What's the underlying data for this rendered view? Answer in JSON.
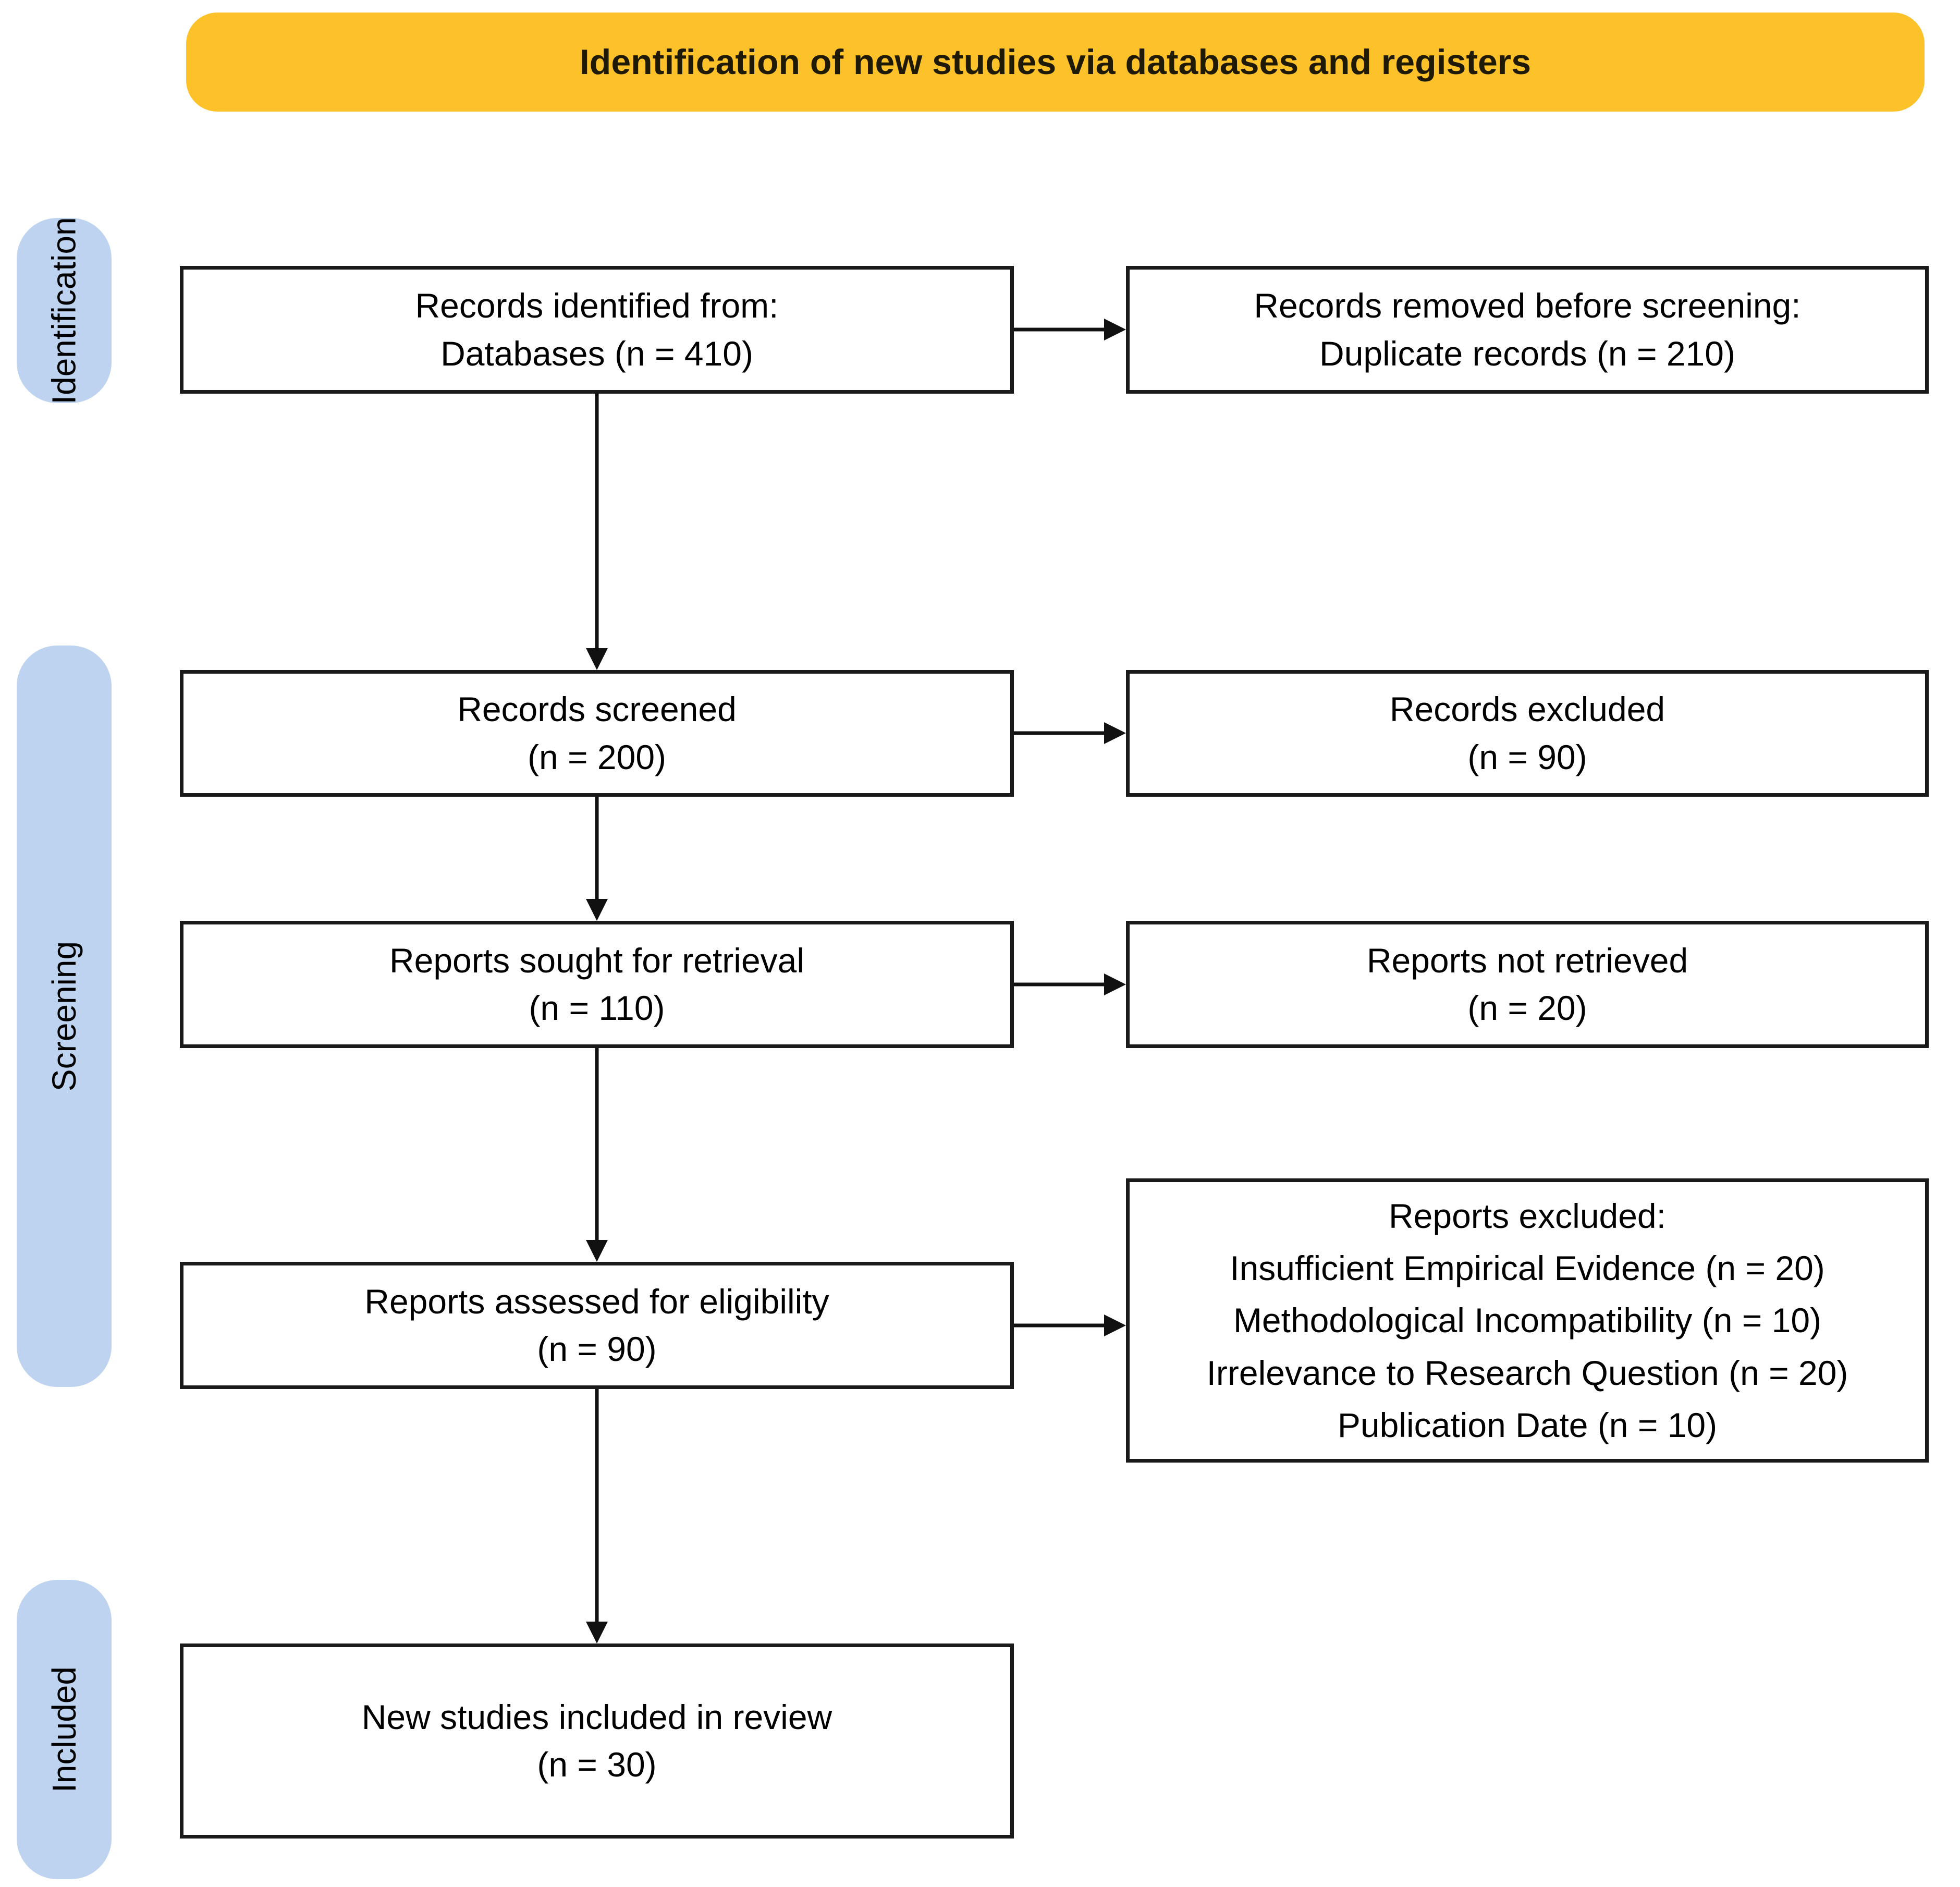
{
  "banner": {
    "label": "Identification of new studies via databases and registers"
  },
  "stages": [
    {
      "id": "identification",
      "label": "Identification"
    },
    {
      "id": "screening",
      "label": "Screening"
    },
    {
      "id": "included",
      "label": "Included"
    }
  ],
  "boxes": {
    "records_identified": {
      "lines": [
        "Records identified from:",
        "Databases (n = 410)"
      ]
    },
    "records_removed": {
      "lines": [
        "Records removed before screening:",
        "Duplicate records (n = 210)"
      ]
    },
    "records_screened": {
      "lines": [
        "Records screened",
        "(n = 200)"
      ]
    },
    "records_excluded": {
      "lines": [
        "Records excluded",
        "(n = 90)"
      ]
    },
    "reports_sought": {
      "lines": [
        "Reports sought for retrieval",
        "(n = 110)"
      ]
    },
    "reports_not_retrieved": {
      "lines": [
        "Reports not retrieved",
        "(n = 20)"
      ]
    },
    "reports_assessed": {
      "lines": [
        "Reports assessed for eligibility",
        "(n = 90)"
      ]
    },
    "reports_excluded": {
      "title": "Reports excluded:",
      "reasons": [
        "Insufficient Empirical Evidence (n = 20)",
        "Methodological Incompatibility (n = 10)",
        "Irrelevance to Research Question (n = 20)",
        "Publication Date (n = 10)"
      ]
    },
    "new_studies_included": {
      "lines": [
        "New studies included in review",
        "(n = 30)"
      ]
    }
  },
  "colors": {
    "page_bg": "#FFFFFF",
    "banner_bg": "#FDC12A",
    "banner_text": "#1F1A05",
    "stage_bg": "#BDD3EF",
    "box_bg": "#FFFFFF",
    "box_border": "#1A1A1A",
    "arrow": "#111111",
    "text": "#000000"
  }
}
